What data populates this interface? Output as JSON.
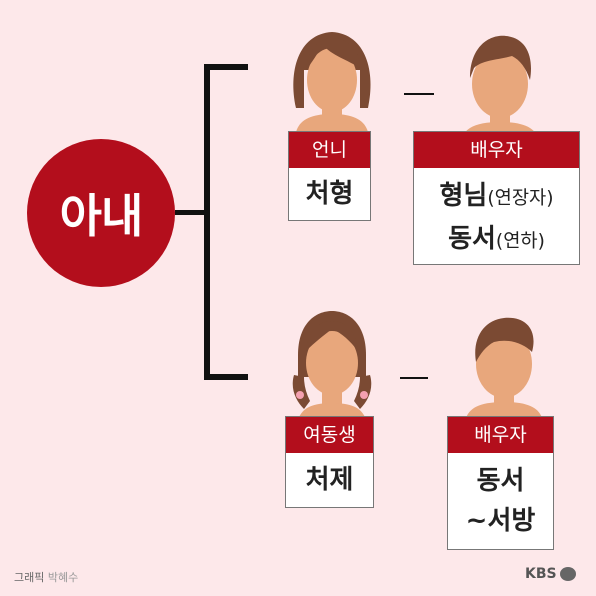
{
  "center": {
    "label": "아내"
  },
  "top": {
    "left_card": {
      "header": "언니",
      "body": "처형"
    },
    "right_card": {
      "header": "배우자",
      "line1_main": "형님",
      "line1_paren": "(연장자)",
      "line2_main": "동서",
      "line2_paren": "(연하)"
    }
  },
  "bottom": {
    "left_card": {
      "header": "여동생",
      "body": "처제"
    },
    "right_card": {
      "header": "배우자",
      "line1": "동서",
      "line2": "~서방"
    }
  },
  "footer": {
    "credit_label": "그래픽",
    "credit_name": "박혜수",
    "logo": "KBS"
  },
  "colors": {
    "accent": "#b30e1c",
    "background": "#fde8ea",
    "skin": "#e8a77c",
    "hair": "#7b4a33"
  }
}
